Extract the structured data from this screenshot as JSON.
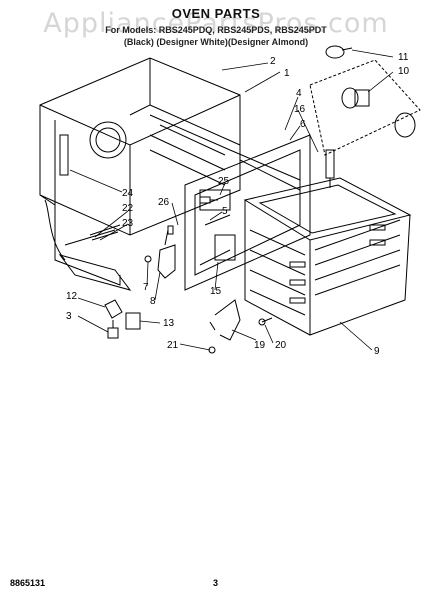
{
  "watermark": "AppliancePartsPros.com",
  "title": "OVEN PARTS",
  "subtitle_models": "For Models: RBS245PDQ, RBS245PDS, RBS245PDT",
  "subtitle_colors": "(Black)   (Designer White)(Designer Almond)",
  "callouts": [
    "1",
    "2",
    "3",
    "4",
    "5",
    "6",
    "7",
    "8",
    "9",
    "10",
    "11",
    "12",
    "13",
    "15",
    "16",
    "19",
    "20",
    "21",
    "22",
    "23",
    "24",
    "25",
    "26"
  ],
  "footer_code": "8865131",
  "page_number": "3"
}
